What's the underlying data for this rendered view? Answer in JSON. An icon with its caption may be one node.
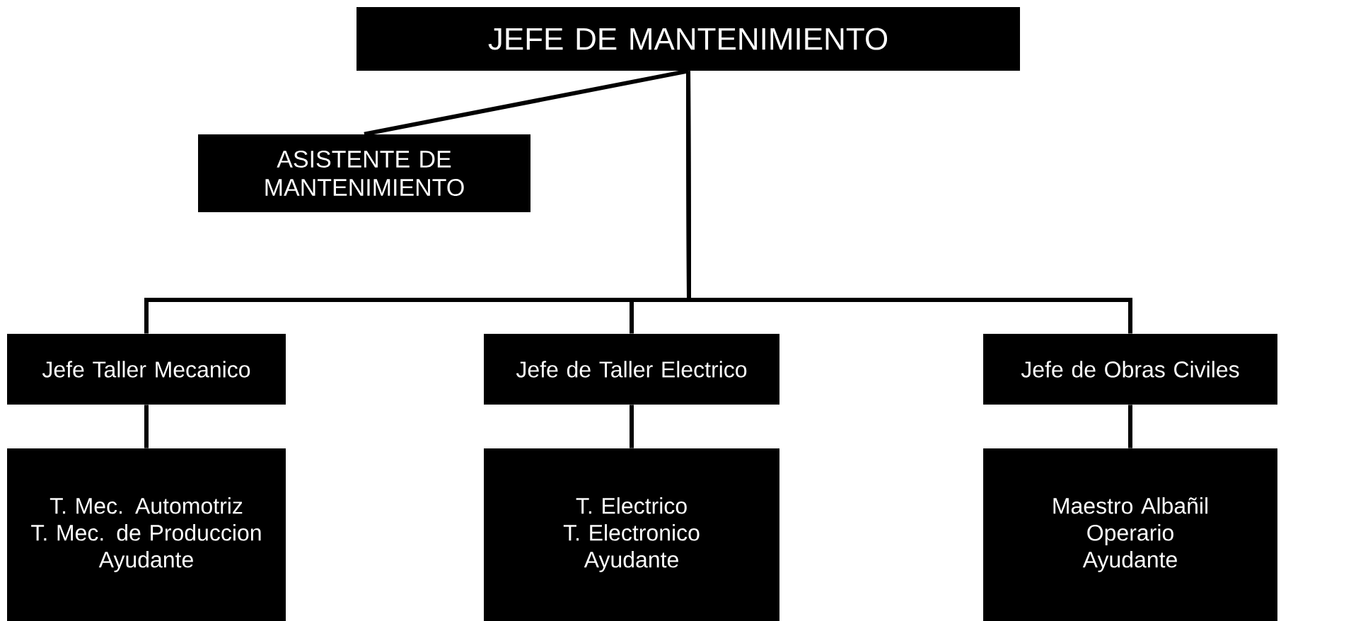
{
  "diagram": {
    "nodes": [
      {
        "text": [
          "JEFE DE MANTENIMIENTO"
        ]
      },
      {
        "text": [
          "ASISTENTE DE MANTENIMIENTO"
        ]
      },
      {
        "text": [
          "Jefe Taller Mecanico"
        ]
      },
      {
        "text": [
          "Jefe de Taller Electrico"
        ]
      },
      {
        "text": [
          "Jefe de Obras Civiles"
        ]
      },
      {
        "text": [
          "T. Mec. Automotriz",
          "T. Mec. de Produccion",
          "Ayudante"
        ]
      },
      {
        "text": [
          "T. Electrico",
          "T. Electronico",
          "Ayudante"
        ]
      },
      {
        "text": [
          "Maestro Albañil",
          "Operario",
          "Ayudante"
        ]
      }
    ],
    "edges": [
      {
        "from": 0,
        "to": 1,
        "arrow": "none"
      },
      {
        "from": 0,
        "to": 2,
        "arrow": "none"
      },
      {
        "from": 0,
        "to": 3,
        "arrow": "none"
      },
      {
        "from": 0,
        "to": 4,
        "arrow": "none"
      },
      {
        "from": 2,
        "to": 5,
        "arrow": "none"
      },
      {
        "from": 3,
        "to": 6,
        "arrow": "none"
      },
      {
        "from": 4,
        "to": 7,
        "arrow": "none"
      }
    ]
  }
}
